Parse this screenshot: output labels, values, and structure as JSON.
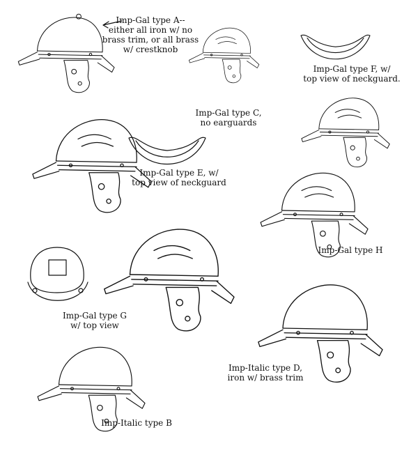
{
  "labels": {
    "type_a": [
      "Imp-Gal type A--",
      "either all iron w/ no",
      "brass trim, or all brass",
      "w/ crestknob"
    ],
    "type_f": [
      "Imp-Gal type F, w/",
      "top view of neckguard."
    ],
    "type_c": [
      "Imp-Gal type C,",
      "no earguards"
    ],
    "type_e": [
      "Imp-Gal type E, w/",
      "top view of neckguard"
    ],
    "type_h": [
      "Imp-Gal type H"
    ],
    "type_g": [
      "Imp-Gal type G",
      "w/ top view"
    ],
    "type_d": [
      "Imp-Italic type D,",
      "iron w/ brass trim"
    ],
    "type_b": [
      "Imp-Italic type B"
    ]
  },
  "colors": {
    "ink": "#111111",
    "paper": "#ffffff"
  }
}
